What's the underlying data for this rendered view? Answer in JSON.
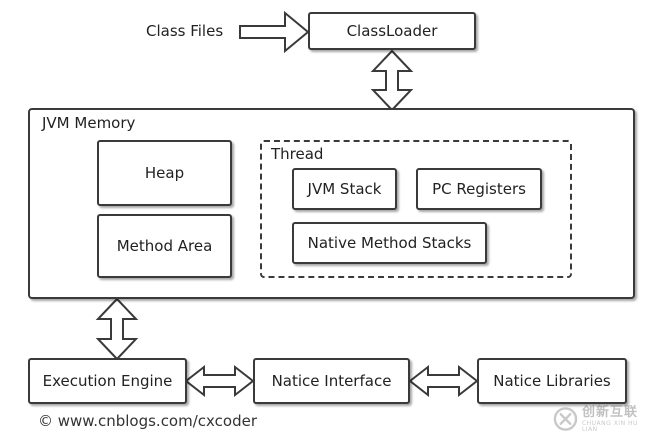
{
  "nodes": {
    "class_files": "Class Files",
    "classloader": "ClassLoader",
    "jvm_memory": "JVM Memory",
    "heap": "Heap",
    "method_area": "Method Area",
    "thread": "Thread",
    "jvm_stack": "JVM Stack",
    "pc_registers": "PC Registers",
    "native_method_stacks": "Native Method Stacks",
    "execution_engine": "Execution Engine",
    "native_interface": "Natice Interface",
    "native_libraries": "Natice Libraries"
  },
  "footer": {
    "copyright": "© www.cnblogs.com/cxcoder"
  },
  "watermark": {
    "icon": "x-logo-icon",
    "main": "创新互联",
    "sub": "CHUANG XIN HU LIAN"
  },
  "colors": {
    "stroke": "#3a3a3a",
    "text": "#222222",
    "background": "#ffffff"
  }
}
